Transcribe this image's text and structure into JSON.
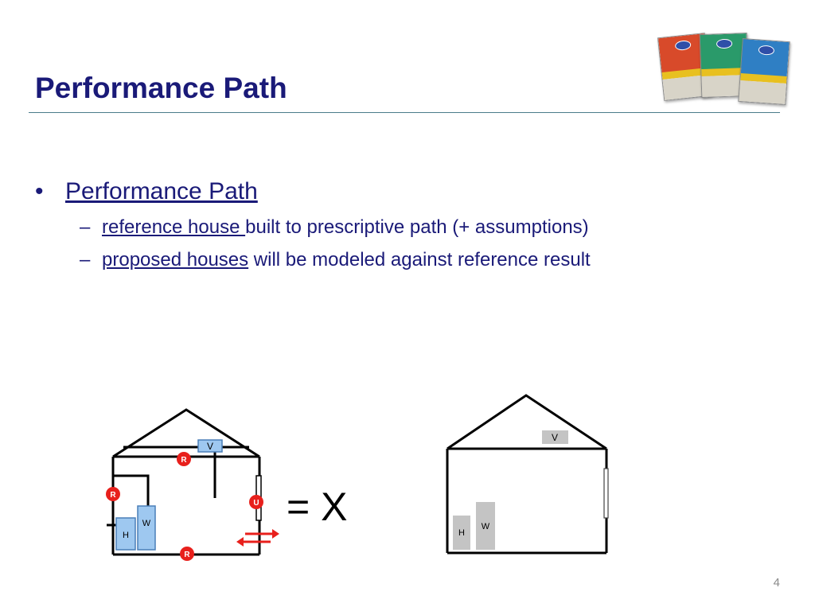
{
  "slide": {
    "title": "Performance Path",
    "page_number": "4"
  },
  "content": {
    "bullet_marker": "•",
    "bullet_heading": "Performance Path",
    "dash": "–",
    "sub_items": [
      {
        "underlined": "reference house ",
        "rest": "built to prescriptive path (+ assumptions)"
      },
      {
        "underlined": "proposed houses",
        "rest": " will be modeled against reference result"
      }
    ]
  },
  "diagram": {
    "left_house": {
      "labels": {
        "vent": "V",
        "heater": "H",
        "water": "W",
        "r_marker": "R",
        "u_marker": "U"
      }
    },
    "equals": "= X",
    "right_house": {
      "labels": {
        "vent": "V",
        "heater": "H",
        "water": "W"
      }
    },
    "colors": {
      "blue_fill": "#9ec8f0",
      "blue_stroke": "#4a7fb8",
      "red": "#e8201c",
      "gray": "#c4c4c4"
    }
  },
  "decor": {
    "book_colors": [
      "#d84a2a",
      "#2a9a6a",
      "#2f7fc4"
    ]
  }
}
